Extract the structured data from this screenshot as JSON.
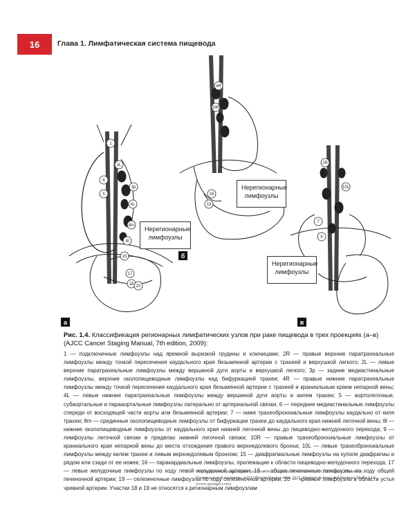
{
  "header": {
    "page_number": "16",
    "chapter_title": "Глава 1. Лимфатическая система пищевода"
  },
  "figure": {
    "panel_labels": [
      "а",
      "б",
      "в"
    ],
    "callout_text": "Нерегионарные лимфоузлы",
    "node_labels": [
      "1",
      "2R",
      "2L",
      "3p",
      "4R",
      "4L",
      "5",
      "6",
      "7",
      "8l",
      "8m",
      "9",
      "10R",
      "10L",
      "15",
      "16",
      "17",
      "18",
      "19",
      "20"
    ]
  },
  "caption": {
    "label": "Рис. 1.4.",
    "text": "Классификация регионарных лимфатических узлов при раке пищевода в трех проекциях (а–в) (AJCC Cancer Staging Manual, 7th edition, 2009):"
  },
  "legend": "1 — подключичные лимфоузлы над яремной вырезкой грудины и ключицами; 2R — правые верхние паратрахеальные лимфоузлы между точкой пересечения каудального края безымянной артерии с трахеей и верхушкой легкого; 2L — левые верхние паратрахеальные лимфоузлы между вершиной дуги аорты и верхушкой легкого; 3p — задние медиастинальные лимфоузлы, верхние околопищеводные лимфоузлы над бифуркацией трахеи; 4R — правые нижние паратрахеальные лимфоузлы между точкой пересечения каудального края безымянной артерии с трахеей и краниальным краем непарной вены; 4L — левые нижние паратрахеальные лимфоузлы между вершиной дуги аорты и килем трахеи; 5 — аортолегочные, субаортальные и парааортальные лимфоузлы латерально от артериальной связки; 6 — передние медиастинальные лимфоузлы спереди от восходящей части аорты или безымянной артерии; 7 — ниже трахеобронхиальные лимфоузлы каудально от киля трахеи; 8m — срединные околопищеводные лимфоузлы от бифуркации трахеи до каудального края нижней легочной вены; 8l — нижние околопищеводные лимфоузлы от каудального края нижней легочной вены до пищеводно-желудочного перехода; 9 — лимфоузлы легочной связки в пределах нижней легочной связки; 10R — правые трахеобронхиальные лимфоузлы от краниального края непарной вены до места отхождения правого верхнедолевого бронха; 10L — левые трахеобронхиальные лимфоузлы между килем трахеи и левым верхнедолевым бронхом; 15 — диафрагмальные лимфоузлы на куполе диафрагмы и рядом или сзади от ее ножек; 16 — паракардиальные лимфоузлы, прилежащие к области пищеводно-желудочного перехода; 17 — левые желудочные лимфоузлы по ходу левой желудочной артерии; 18 — общие печеночные лимфоузлы по ходу общей печеночной артерии; 19 — селезеночные лимфоузлы по ходу селезеночной артерии; 20 — чревные лимфоузлы в области устья чревной артерии. Участки 18 и 19 не относятся к регионарным лимфоузлам",
  "footnote": {
    "line1": "Опубликовано с разрешения American Joint Committee on Cancer (AJCC), Чикаго, Иллинойс.",
    "line2": "Оригинальный источник: AJCC Cancer Staging Atlas 2012. Springer Science and Business Media LLC (www.springer.com)."
  }
}
